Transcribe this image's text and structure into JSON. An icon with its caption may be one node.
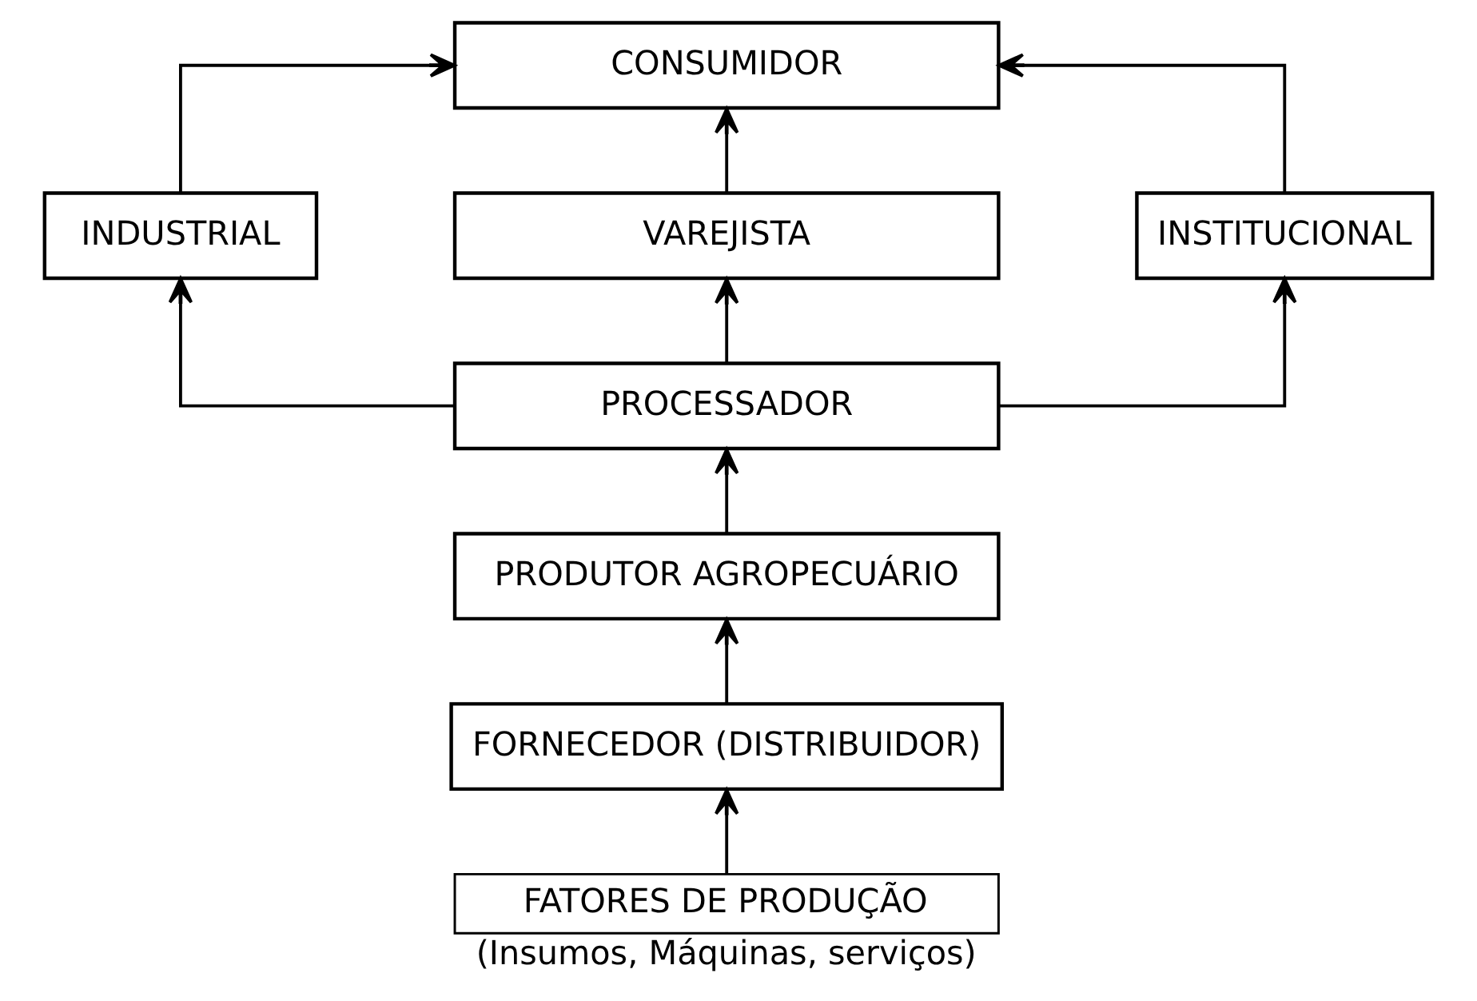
{
  "diagram": {
    "nodes": [
      {
        "text": [
          "CONSUMIDOR"
        ]
      },
      {
        "text": [
          "INDUSTRIAL"
        ]
      },
      {
        "text": [
          "VAREJISTA"
        ]
      },
      {
        "text": [
          "INSTITUCIONAL"
        ]
      },
      {
        "text": [
          "PROCESSADOR"
        ]
      },
      {
        "text": [
          "PRODUTOR AGROPECUÁRIO"
        ]
      },
      {
        "text": [
          "FORNECEDOR (DISTRIBUIDOR)"
        ]
      },
      {
        "text": [
          "FATORES DE PRODUÇÃO"
        ],
        "beside": [
          "(Insumos, Máquinas, serviços)"
        ]
      }
    ],
    "edges": [
      {
        "from": 7,
        "to": 6,
        "arrow": "to"
      },
      {
        "from": 6,
        "to": 5,
        "arrow": "to"
      },
      {
        "from": 5,
        "to": 4,
        "arrow": "to"
      },
      {
        "from": 4,
        "to": 2,
        "arrow": "to"
      },
      {
        "from": 2,
        "to": 0,
        "arrow": "to"
      },
      {
        "from": 4,
        "to": 1,
        "arrow": "to"
      },
      {
        "from": 4,
        "to": 3,
        "arrow": "to"
      },
      {
        "from": 1,
        "to": 0,
        "arrow": "to"
      },
      {
        "from": 3,
        "to": 0,
        "arrow": "to"
      }
    ]
  }
}
